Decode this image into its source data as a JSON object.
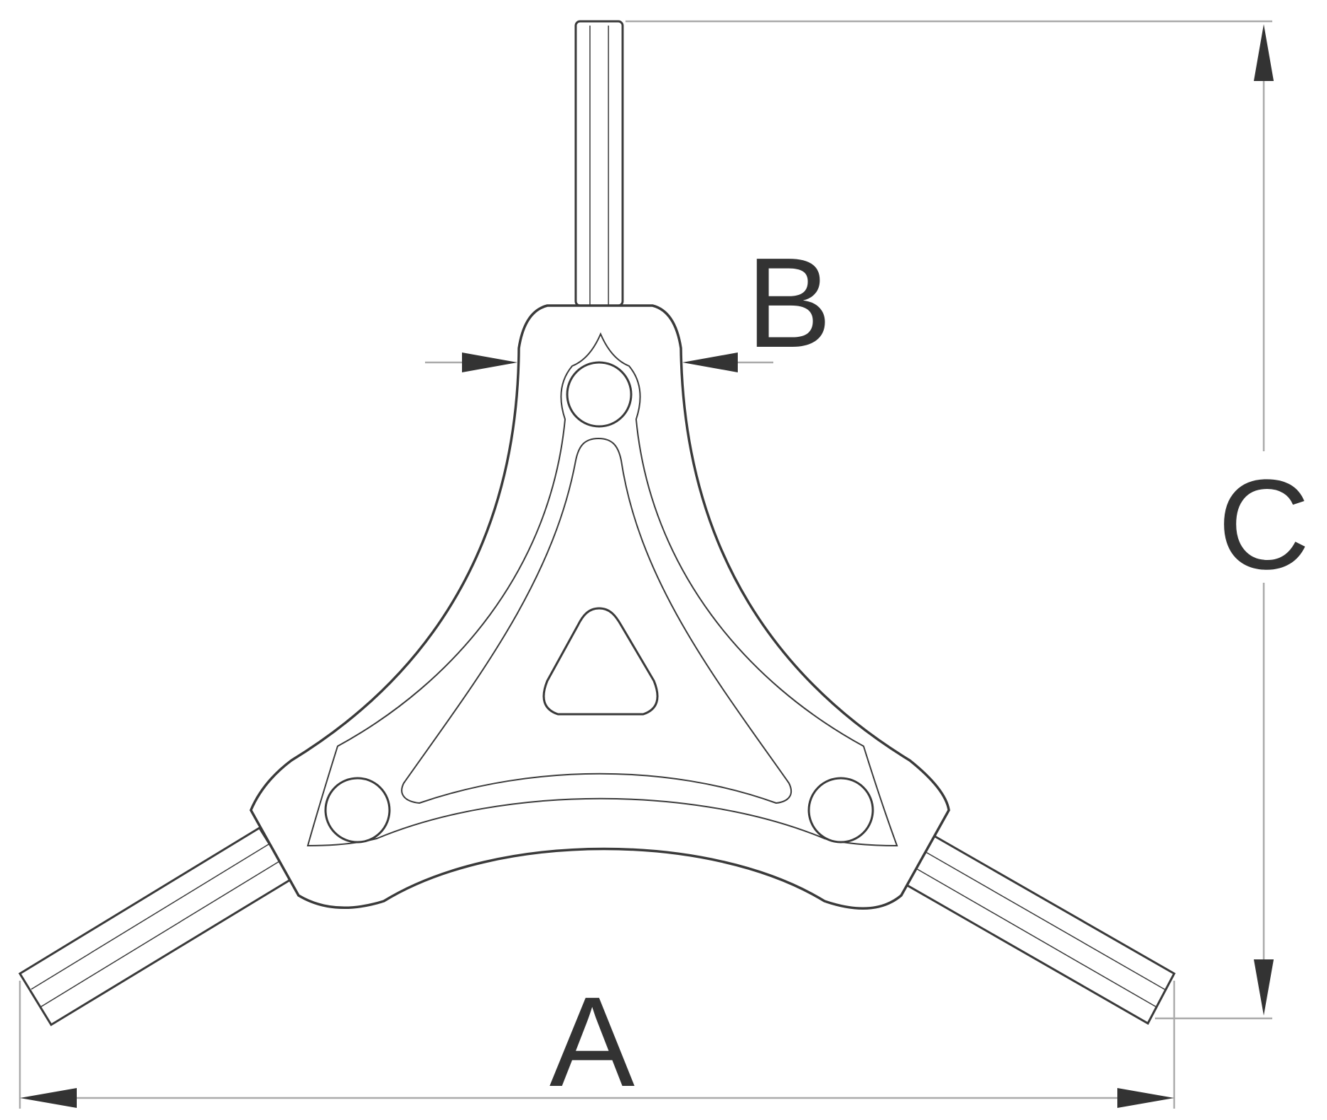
{
  "diagram": {
    "labels": {
      "a": "A",
      "b": "B",
      "c": "C"
    },
    "colors": {
      "outline": "#3a3a3a",
      "dimension": "#aaaaaa",
      "text": "#333333",
      "background": "#ffffff"
    }
  }
}
